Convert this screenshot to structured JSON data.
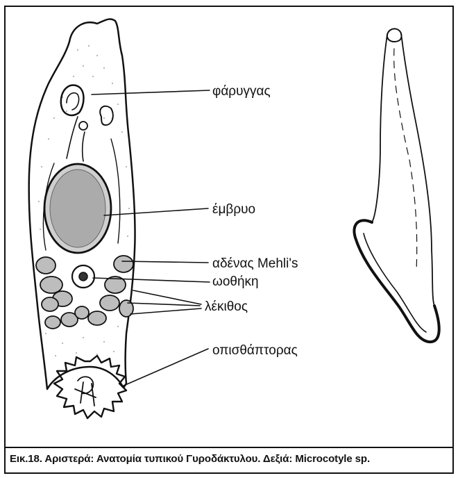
{
  "figure": {
    "labels": {
      "pharynx": "φάρυγγας",
      "embryo": "έμβρυο",
      "mehlis_gland": "αδένας Mehli's",
      "ootype": "ωοθήκη",
      "vitellaria": "λέκιθος",
      "opisthaptor": "οπισθάπτορας"
    },
    "caption": {
      "prefix": "Εικ.18. Αριστερά:",
      "left_text": "Ανατομία τυπικού Γυροδάκτυλου.",
      "right_label": "Δεξιά:",
      "right_text": "Microcotyle sp."
    }
  }
}
